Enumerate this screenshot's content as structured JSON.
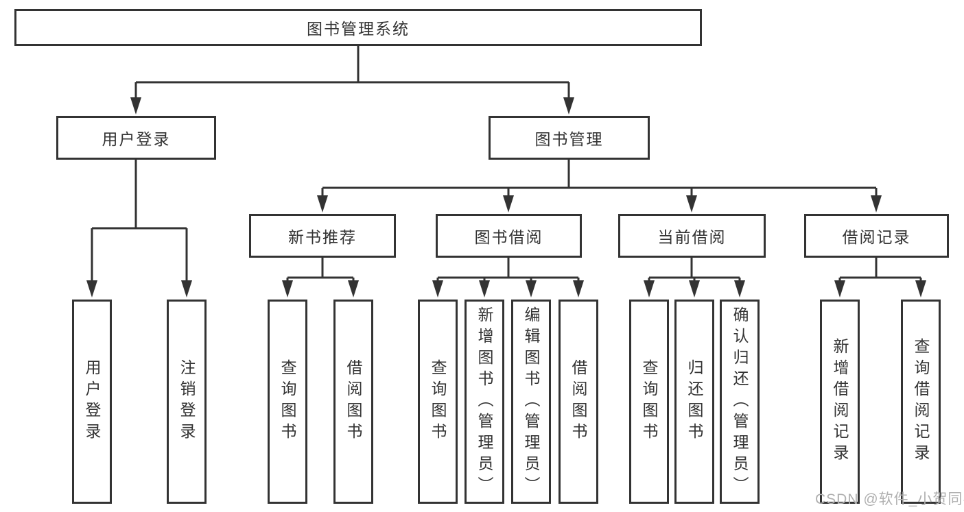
{
  "diagram": {
    "root": {
      "label": "图书管理系统"
    },
    "branches": [
      {
        "label": "用户登录",
        "children": [
          {
            "label": "用户登录"
          },
          {
            "label": "注销登录"
          }
        ]
      },
      {
        "label": "图书管理",
        "children": [
          {
            "label": "新书推荐",
            "children": [
              {
                "label": "查询图书"
              },
              {
                "label": "借阅图书"
              }
            ]
          },
          {
            "label": "图书借阅",
            "children": [
              {
                "label": "查询图书"
              },
              {
                "label": "新增图书（管理员）"
              },
              {
                "label": "编辑图书（管理员）"
              },
              {
                "label": "借阅图书"
              }
            ]
          },
          {
            "label": "当前借阅",
            "children": [
              {
                "label": "查询图书"
              },
              {
                "label": "归还图书"
              },
              {
                "label": "确认归还（管理员）"
              }
            ]
          },
          {
            "label": "借阅记录",
            "children": [
              {
                "label": "新增借阅记录"
              },
              {
                "label": "查询借阅记录"
              }
            ]
          }
        ]
      }
    ]
  },
  "watermark": {
    "text": "CSDN @软件_小贺同学"
  },
  "colors": {
    "line": "#333333",
    "node_border": "#333333",
    "node_text": "#333333",
    "watermark": "#b0b0b0",
    "background": "#ffffff"
  }
}
